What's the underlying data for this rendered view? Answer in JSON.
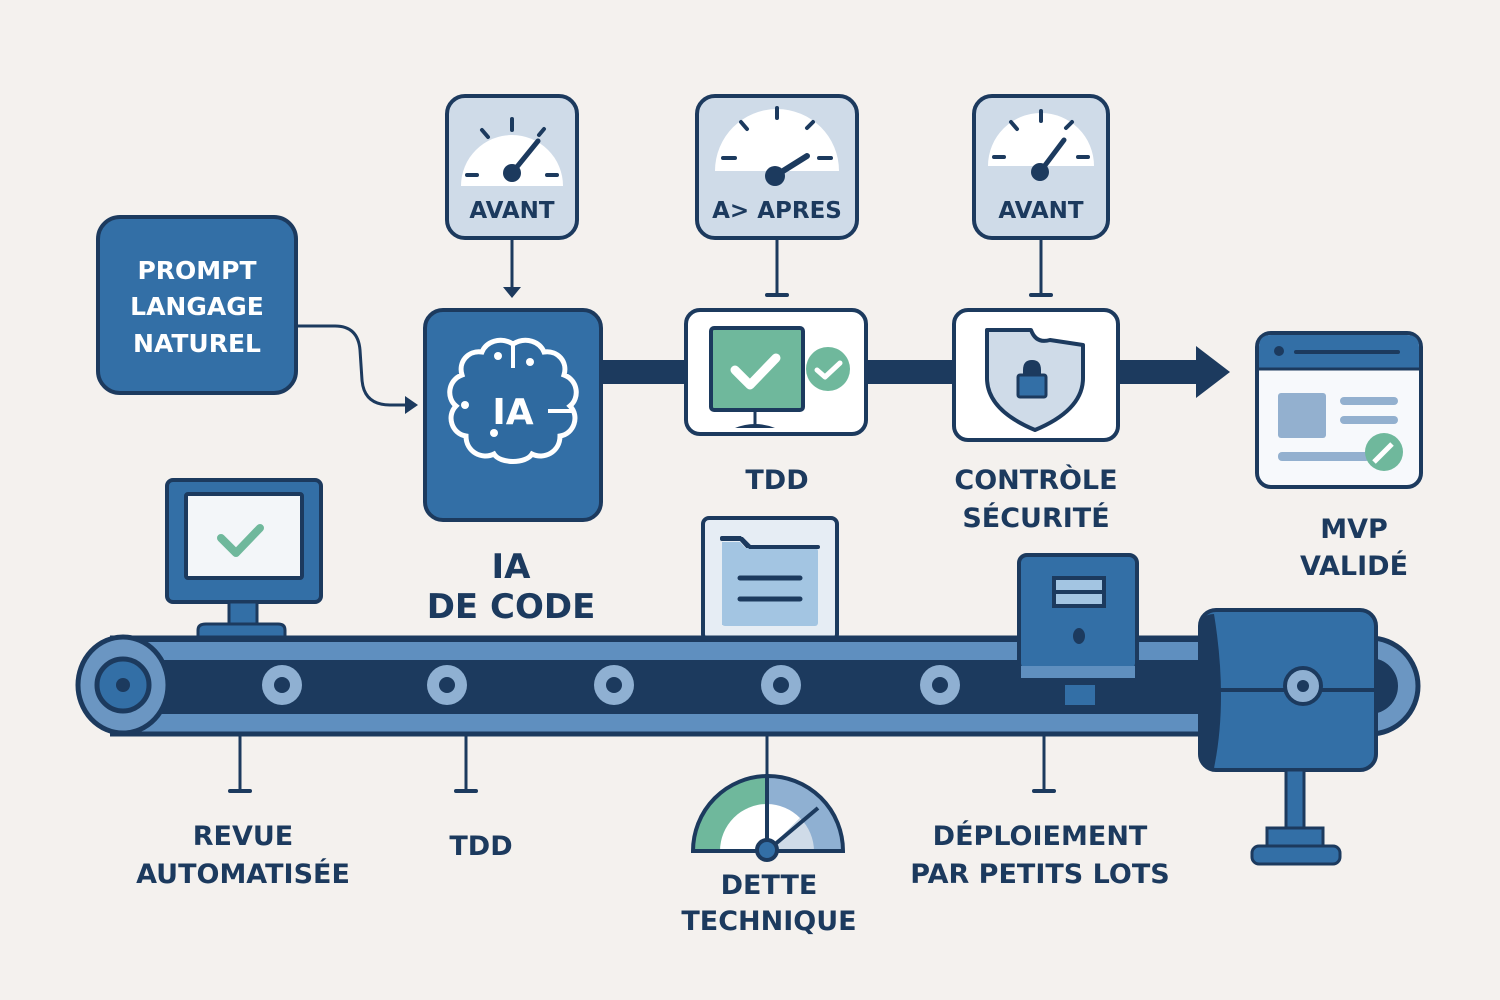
{
  "colors": {
    "background": "#f4f1ee",
    "navy": "#1c3a5e",
    "blue": "#336fa6",
    "light_blue": "#6b96c2",
    "pale_blue": "#cfdbe8",
    "green": "#6fb89c",
    "white": "#ffffff"
  },
  "top_flow": {
    "prompt": {
      "lines": [
        "PROMPT",
        "LANGAGE",
        "NATUREL"
      ]
    },
    "ia": {
      "icon_text": "IA",
      "lines": [
        "IA",
        "DE CODE"
      ]
    },
    "tdd": {
      "lines": [
        "TDD"
      ]
    },
    "security": {
      "lines": [
        "CONTRÒLE",
        "SÉCURITÉ"
      ]
    },
    "mvp": {
      "lines": [
        "MVP",
        "VALIDÉ"
      ]
    }
  },
  "gauges": [
    {
      "label": "AVANT",
      "target": "ia"
    },
    {
      "label": "A> APRES",
      "target": "tdd"
    },
    {
      "label": "AVANT",
      "target": "security"
    }
  ],
  "conveyor_labels": {
    "review": [
      "REVUE",
      "AUTOMATISÉE"
    ],
    "tdd": [
      "TDD"
    ],
    "debt": [
      "DETTE",
      "TECHNIQUE"
    ],
    "deploy": [
      "DÉPLOIEMENT",
      "PAR PETITS LOTS"
    ]
  }
}
